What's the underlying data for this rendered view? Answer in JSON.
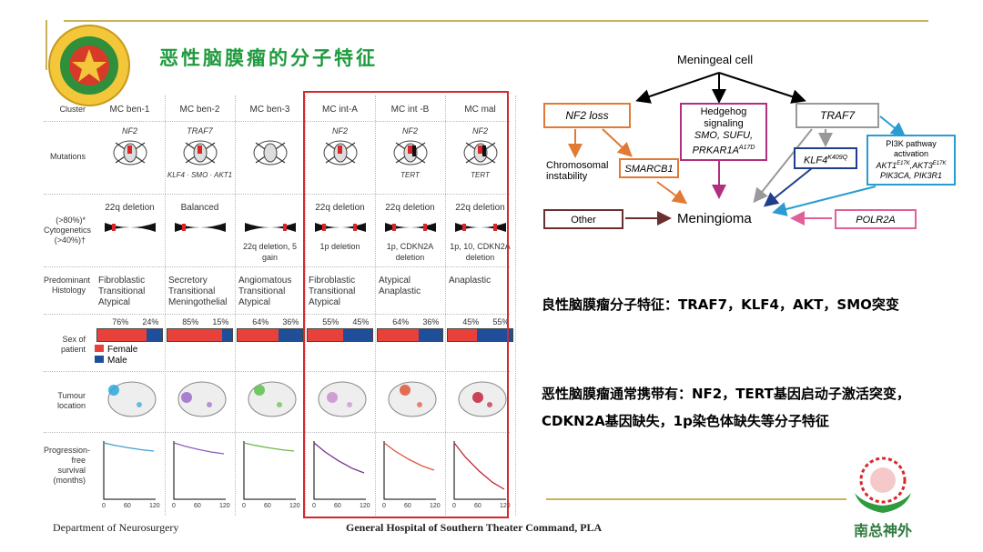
{
  "header": {
    "title": "恶性脑膜瘤的分子特征"
  },
  "figure": {
    "row_labels": {
      "cluster": "Cluster",
      "mutations": "Mutations",
      "cyto_lines": [
        "(>80%)*",
        "Cytogenetics",
        "(>40%)†"
      ],
      "histology_lines": [
        "Predominant",
        "Histology"
      ],
      "sex_lines": [
        "Sex of",
        "patient"
      ],
      "location_lines": [
        "Tumour",
        "location"
      ],
      "pfs_lines": [
        "Progression-",
        "free survival",
        "(months)"
      ]
    },
    "legend": {
      "female": "Female",
      "male": "Male"
    },
    "colors": {
      "female": "#e8413a",
      "male": "#1f4f9a"
    },
    "axis_ticks": [
      "0",
      "60",
      "120"
    ],
    "columns": [
      {
        "cluster": "MC ben-1",
        "mutation": "NF2",
        "mutation_extra": "",
        "cyto_top": "22q deletion",
        "cyto_bottom": "",
        "histology": [
          "Fibroblastic",
          "Transitional",
          "Atypical"
        ],
        "female_pct": 76,
        "male_pct": 24,
        "female_label": "76%",
        "male_label": "24%",
        "loc_color": "#2aa8d8",
        "curve_color": "#3f9fd0"
      },
      {
        "cluster": "MC ben-2",
        "mutation": "TRAF7",
        "mutation_extra": "KLF4 · SMO · AKT1",
        "cyto_top": "Balanced",
        "cyto_bottom": "",
        "histology": [
          "Secretory",
          "Transitional",
          "Meningothelial"
        ],
        "female_pct": 85,
        "male_pct": 15,
        "female_label": "85%",
        "male_label": "15%",
        "loc_color": "#9b6cc9",
        "curve_color": "#8b5fbf"
      },
      {
        "cluster": "MC ben-3",
        "mutation": "",
        "mutation_extra": "",
        "cyto_top": "",
        "cyto_bottom": "22q deletion, 5 gain",
        "histology": [
          "Angiomatous",
          "Transitional",
          "Atypical"
        ],
        "female_pct": 64,
        "male_pct": 36,
        "female_label": "64%",
        "male_label": "36%",
        "loc_color": "#5bbf4a",
        "curve_color": "#6cb84a"
      },
      {
        "cluster": "MC int-A",
        "mutation": "NF2",
        "mutation_extra": "",
        "cyto_top": "22q deletion",
        "cyto_bottom": "1p deletion",
        "histology": [
          "Fibroblastic",
          "Transitional",
          "Atypical"
        ],
        "female_pct": 55,
        "male_pct": 45,
        "female_label": "55%",
        "male_label": "45%",
        "loc_color": "#c98fd0",
        "curve_color": "#7a2f8f"
      },
      {
        "cluster": "MC int -B",
        "mutation": "NF2",
        "mutation_extra": "TERT",
        "cyto_top": "22q deletion",
        "cyto_bottom": "1p, CDKN2A deletion",
        "histology": [
          "Atypical",
          "Anaplastic"
        ],
        "female_pct": 64,
        "male_pct": 36,
        "female_label": "64%",
        "male_label": "36%",
        "loc_color": "#e0553a",
        "curve_color": "#e0553a"
      },
      {
        "cluster": "MC mal",
        "mutation": "NF2",
        "mutation_extra": "TERT",
        "cyto_top": "22q deletion",
        "cyto_bottom": "1p, 10, CDKN2A deletion",
        "histology": [
          "Anaplastic"
        ],
        "female_pct": 45,
        "male_pct": 55,
        "female_label": "45%",
        "male_label": "55%",
        "loc_color": "#c2243a",
        "curve_color": "#c2243a"
      }
    ]
  },
  "diagram": {
    "meningeal_cell": "Meningeal cell",
    "nf2_loss": "NF2 loss",
    "hedgehog": [
      "Hedgehog",
      "signaling",
      "SMO, SUFU,",
      "PRKAR1A"
    ],
    "hedgehog_sup": "A17D",
    "traf7": "TRAF7",
    "chromosomal": [
      "Chromosomal",
      "instability"
    ],
    "smarcb1": "SMARCB1",
    "klf4": "KLF4",
    "klf4_sup": "K409Q",
    "pi3k": [
      "PI3K pathway",
      "activation"
    ],
    "pi3k_genes_1": "AKT1",
    "pi3k_genes_1_sup": "E17K",
    "pi3k_genes_2": ",AKT3",
    "pi3k_genes_2_sup": "E17K",
    "pi3k_genes_3": "PIK3CA, PIK3R1",
    "other": "Other",
    "meningioma": "Meningioma",
    "polr2a": "POLR2A",
    "colors": {
      "nf2": "#e07a35",
      "hedgehog": "#b0307f",
      "traf7": "#999999",
      "klf4": "#1f3f8a",
      "pi3k": "#2a9cd0",
      "other": "#6a2f2f",
      "polr2a": "#e0609a"
    }
  },
  "text": {
    "benign": "良性脑膜瘤分子特征：TRAF7，KLF4，AKT，SMO突变",
    "malignant": "恶性脑膜瘤通常携带有：NF2，TERT基因启动子激活突变，CDKN2A基因缺失，1p染色体缺失等分子特征"
  },
  "footer": {
    "department": "Department of Neurosurgery",
    "hospital": "General Hospital of Southern Theater Command, PLA",
    "brand": "南总神外"
  }
}
